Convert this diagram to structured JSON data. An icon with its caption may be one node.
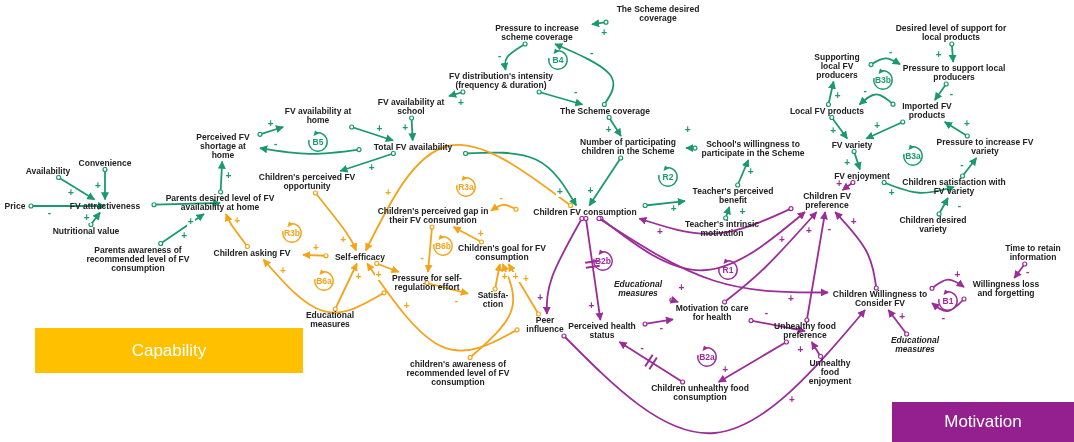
{
  "diagram": {
    "nodes": [
      {
        "text": [
          "Availability"
        ]
      },
      {
        "text": [
          "Convenience"
        ]
      },
      {
        "text": [
          "Price"
        ]
      },
      {
        "text": [
          "FV attractiveness"
        ]
      },
      {
        "text": [
          "Nutritional value"
        ]
      },
      {
        "text": [
          "Parents desired level of FV availability at home"
        ]
      },
      {
        "text": [
          "Parents awareness of recommended level of FV consumption"
        ]
      },
      {
        "text": [
          "Perceived FV shortage at home"
        ]
      },
      {
        "text": [
          "FV availability at home"
        ]
      },
      {
        "text": [
          "FV availability at school"
        ]
      },
      {
        "text": [
          "Total FV availability"
        ]
      },
      {
        "text": [
          "Children's perceived FV opportunity"
        ]
      },
      {
        "text": [
          "Pressure to increase scheme coverage"
        ]
      },
      {
        "text": [
          "The Scheme desired coverage"
        ]
      },
      {
        "text": [
          "FV distribution's intensity (frequency & duration)"
        ]
      },
      {
        "text": [
          "The Scheme coverage"
        ]
      },
      {
        "text": [
          "Number of participating children in the Scheme"
        ]
      },
      {
        "text": [
          "School's willingness to participate in the Scheme"
        ]
      },
      {
        "text": [
          "Teacher's perceived benefit"
        ]
      },
      {
        "text": [
          "Teacher's intrinsic motivation"
        ]
      },
      {
        "text": [
          "Children FV consumption"
        ]
      },
      {
        "text": [
          "Children's perceived gap in their FV consumption"
        ]
      },
      {
        "text": [
          "Children's goal for FV consumption"
        ]
      },
      {
        "text": [
          "Self-efficacy"
        ]
      },
      {
        "text": [
          "Pressure for self-regulation effort"
        ]
      },
      {
        "text": [
          "Satisfa-ction"
        ]
      },
      {
        "text": [
          "Children asking FV"
        ]
      },
      {
        "text": [
          "Educational measures"
        ]
      },
      {
        "text": [
          "children's awareness of recommended level of FV consumption"
        ]
      },
      {
        "text": [
          "Peer influence"
        ]
      },
      {
        "text": [
          "Perceived health status"
        ]
      },
      {
        "text": [
          "Educational measures"
        ]
      },
      {
        "text": [
          "Motivation to care for health"
        ]
      },
      {
        "text": [
          "Children unhealthy food consumption"
        ]
      },
      {
        "text": [
          "Unhealthy food preference"
        ]
      },
      {
        "text": [
          "Unhealthy food enjoyment"
        ]
      },
      {
        "text": [
          "Children FV preference"
        ]
      },
      {
        "text": [
          "FV enjoyment"
        ]
      },
      {
        "text": [
          "FV variety"
        ]
      },
      {
        "text": [
          "Local FV products"
        ]
      },
      {
        "text": [
          "Supporting local FV producers"
        ]
      },
      {
        "text": [
          "Desired level of support for local products"
        ]
      },
      {
        "text": [
          "Pressure to support local producers"
        ]
      },
      {
        "text": [
          "Imported FV products"
        ]
      },
      {
        "text": [
          "Pressure to increase FV variety"
        ]
      },
      {
        "text": [
          "Children satisfaction with FV variety"
        ]
      },
      {
        "text": [
          "Children desired variety"
        ]
      },
      {
        "text": [
          "Time to retain information"
        ]
      },
      {
        "text": [
          "Willingness loss and forgetting"
        ]
      },
      {
        "text": [
          "Children Willingness to Consider FV"
        ]
      },
      {
        "text": [
          "Educational measures"
        ]
      },
      {
        "text": [
          "Capability"
        ]
      },
      {
        "text": [
          "Motivation"
        ]
      }
    ],
    "edges": [
      {
        "from": 0,
        "to": 3,
        "arrow": "to",
        "label": "+"
      },
      {
        "from": 1,
        "to": 3,
        "arrow": "to",
        "label": "+"
      },
      {
        "from": 2,
        "to": 3,
        "arrow": "to",
        "label": "-"
      },
      {
        "from": 4,
        "to": 3,
        "arrow": "to",
        "label": "+"
      },
      {
        "from": 3,
        "to": 5,
        "arrow": "to",
        "label": "+"
      },
      {
        "from": 6,
        "to": 5,
        "arrow": "to",
        "label": "+"
      },
      {
        "from": 5,
        "to": 7,
        "arrow": "to",
        "label": "+"
      },
      {
        "from": 7,
        "to": 8,
        "arrow": "to",
        "label": "+"
      },
      {
        "from": 8,
        "to": 10,
        "arrow": "to",
        "label": "+"
      },
      {
        "from": 10,
        "to": 7,
        "arrow": "to",
        "label": "-"
      },
      {
        "from": 9,
        "to": 10,
        "arrow": "to",
        "label": "+"
      },
      {
        "from": 10,
        "to": 11,
        "arrow": "to",
        "label": "+"
      },
      {
        "from": 10,
        "to": 20,
        "arrow": "to",
        "label": "+"
      },
      {
        "from": 13,
        "to": 12,
        "arrow": "to",
        "label": "+"
      },
      {
        "from": 12,
        "to": 14,
        "arrow": "to",
        "label": "-"
      },
      {
        "from": 14,
        "to": 9,
        "arrow": "to",
        "label": "+"
      },
      {
        "from": 14,
        "to": 15,
        "arrow": "to",
        "label": "-"
      },
      {
        "from": 15,
        "to": 12,
        "arrow": "to",
        "label": "-"
      },
      {
        "from": 15,
        "to": 16,
        "arrow": "to",
        "label": "+"
      },
      {
        "from": 16,
        "to": 20,
        "arrow": "to",
        "label": "+"
      },
      {
        "from": 20,
        "to": 18,
        "arrow": "to",
        "label": "+"
      },
      {
        "from": 18,
        "to": 17,
        "arrow": "to",
        "label": "+"
      },
      {
        "from": 17,
        "to": 16,
        "arrow": "to",
        "label": "+"
      },
      {
        "from": 19,
        "to": 18,
        "arrow": "to",
        "label": "+"
      },
      {
        "from": 41,
        "to": 42,
        "arrow": "to",
        "label": "+"
      },
      {
        "from": 40,
        "to": 42,
        "arrow": "to",
        "label": "-"
      },
      {
        "from": 42,
        "to": 43,
        "arrow": "to",
        "label": "-"
      },
      {
        "from": 43,
        "to": 39,
        "arrow": "to",
        "label": "-"
      },
      {
        "from": 39,
        "to": 40,
        "arrow": "to",
        "label": "+"
      },
      {
        "from": 39,
        "to": 38,
        "arrow": "to",
        "label": "+"
      },
      {
        "from": 43,
        "to": 38,
        "arrow": "to",
        "label": "+"
      },
      {
        "from": 38,
        "to": 37,
        "arrow": "to",
        "label": "+"
      },
      {
        "from": 37,
        "to": 45,
        "arrow": "to",
        "label": "+"
      },
      {
        "from": 46,
        "to": 45,
        "arrow": "to",
        "label": "-"
      },
      {
        "from": 45,
        "to": 44,
        "arrow": "to",
        "label": "-"
      },
      {
        "from": 44,
        "to": 43,
        "arrow": "to",
        "label": "+"
      },
      {
        "from": 37,
        "to": 36,
        "arrow": "to",
        "label": "+",
        "color": "#9c2c98"
      },
      {
        "from": 11,
        "to": 23,
        "arrow": "to",
        "label": "+",
        "color": "#f5a31a"
      },
      {
        "from": 20,
        "to": 21,
        "arrow": "to",
        "label": "-",
        "color": "#f5a31a"
      },
      {
        "from": 22,
        "to": 21,
        "arrow": "to",
        "label": "+",
        "color": "#f5a31a"
      },
      {
        "from": 21,
        "to": 24,
        "arrow": "to",
        "label": "-",
        "color": "#f5a31a"
      },
      {
        "from": 23,
        "to": 24,
        "arrow": "to",
        "label": "+",
        "color": "#f5a31a"
      },
      {
        "from": 24,
        "to": 25,
        "arrow": "to",
        "label": "-",
        "color": "#f5a31a"
      },
      {
        "from": 25,
        "to": 22,
        "arrow": "to",
        "label": "+",
        "color": "#f5a31a"
      },
      {
        "from": 23,
        "to": 26,
        "arrow": "to",
        "label": "+",
        "color": "#f5a31a"
      },
      {
        "from": 26,
        "to": 5,
        "arrow": "to",
        "label": "+",
        "color": "#f5a31a"
      },
      {
        "from": 27,
        "to": 23,
        "arrow": "to",
        "label": "+",
        "color": "#f5a31a"
      },
      {
        "from": 24,
        "to": 26,
        "arrow": "to",
        "label": "+",
        "color": "#f5a31a"
      },
      {
        "from": 20,
        "to": 23,
        "arrow": "to",
        "label": "+",
        "color": "#f5a31a"
      },
      {
        "from": 29,
        "to": 23,
        "arrow": "to",
        "label": "+",
        "color": "#f5a31a"
      },
      {
        "from": 28,
        "to": 22,
        "arrow": "to",
        "label": "+",
        "color": "#f5a31a"
      },
      {
        "from": 29,
        "to": 22,
        "arrow": "to",
        "label": "+",
        "color": "#f5a31a"
      },
      {
        "from": 20,
        "to": 29,
        "arrow": "to",
        "label": "+",
        "color": "#9c2c98"
      },
      {
        "from": 20,
        "to": 30,
        "arrow": "to",
        "label": "+",
        "color": "#9c2c98"
      },
      {
        "from": 33,
        "to": 30,
        "arrow": "to",
        "label": "-",
        "color": "#9c2c98"
      },
      {
        "from": 31,
        "to": 32,
        "arrow": "to",
        "label": "+",
        "color": "#9c2c98"
      },
      {
        "from": 30,
        "to": 32,
        "arrow": "to",
        "label": "-",
        "color": "#9c2c98"
      },
      {
        "from": 32,
        "to": 34,
        "arrow": "to",
        "label": "-",
        "color": "#9c2c98"
      },
      {
        "from": 32,
        "to": 36,
        "arrow": "to",
        "label": "+",
        "color": "#9c2c98"
      },
      {
        "from": 34,
        "to": 33,
        "arrow": "to",
        "label": "+",
        "color": "#9c2c98"
      },
      {
        "from": 35,
        "to": 34,
        "arrow": "to",
        "label": "+",
        "color": "#9c2c98"
      },
      {
        "from": 34,
        "to": 36,
        "arrow": "to",
        "label": "-",
        "color": "#9c2c98"
      },
      {
        "from": 36,
        "to": 20,
        "arrow": "to",
        "label": "+",
        "color": "#9c2c98"
      },
      {
        "from": 20,
        "to": 36,
        "arrow": "to",
        "label": "+",
        "color": "#9c2c98"
      },
      {
        "from": 20,
        "to": 49,
        "arrow": "to",
        "label": "+",
        "color": "#9c2c98"
      },
      {
        "from": 49,
        "to": 36,
        "arrow": "to",
        "label": "+",
        "color": "#9c2c98"
      },
      {
        "from": 49,
        "to": 48,
        "arrow": "to",
        "label": "+",
        "color": "#9c2c98"
      },
      {
        "from": 48,
        "to": 49,
        "arrow": "to",
        "label": "-",
        "color": "#9c2c98"
      },
      {
        "from": 47,
        "to": 48,
        "arrow": "to",
        "label": "-",
        "color": "#9c2c98"
      },
      {
        "from": 50,
        "to": 49,
        "arrow": "to",
        "label": "+",
        "color": "#9c2c98"
      },
      {
        "from": 29,
        "to": 49,
        "arrow": "to",
        "label": "+",
        "color": "#9c2c98"
      }
    ],
    "labels": [
      "B4",
      "B3b",
      "B5",
      "B3a",
      "R2",
      "R3a",
      "R3b",
      "B6b",
      "B2b",
      "R1",
      "B6a",
      "B1",
      "B2a"
    ]
  }
}
